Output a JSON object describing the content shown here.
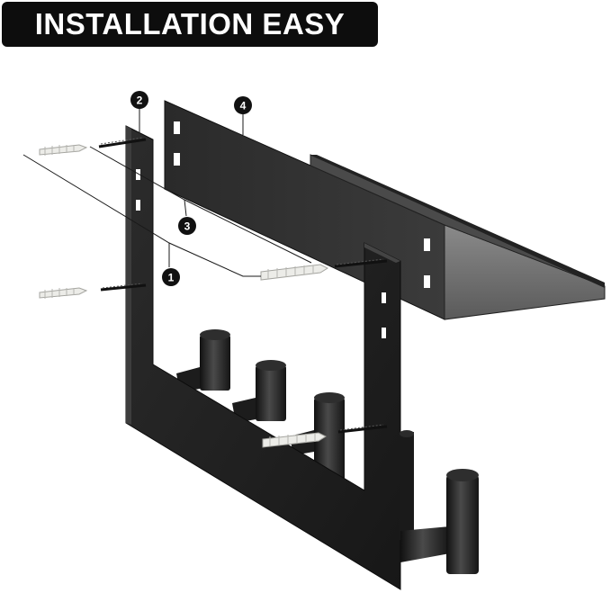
{
  "banner": {
    "title": "INSTALLATION EASY"
  },
  "callouts": [
    {
      "id": "1",
      "label": "1"
    },
    {
      "id": "2",
      "label": "2"
    },
    {
      "id": "3",
      "label": "3"
    },
    {
      "id": "4",
      "label": "4"
    }
  ],
  "colors": {
    "banner_bg": "#0d0d0d",
    "metal_dark": "#1e1e1e",
    "metal_mid": "#3a3a3a",
    "anchor": "#e6e6e2",
    "callout": "#111111"
  },
  "icons": {
    "anchor": "wall-anchor-icon",
    "screw": "screw-icon",
    "shelf": "shelf-icon",
    "hook_rack": "hook-rack-icon"
  }
}
